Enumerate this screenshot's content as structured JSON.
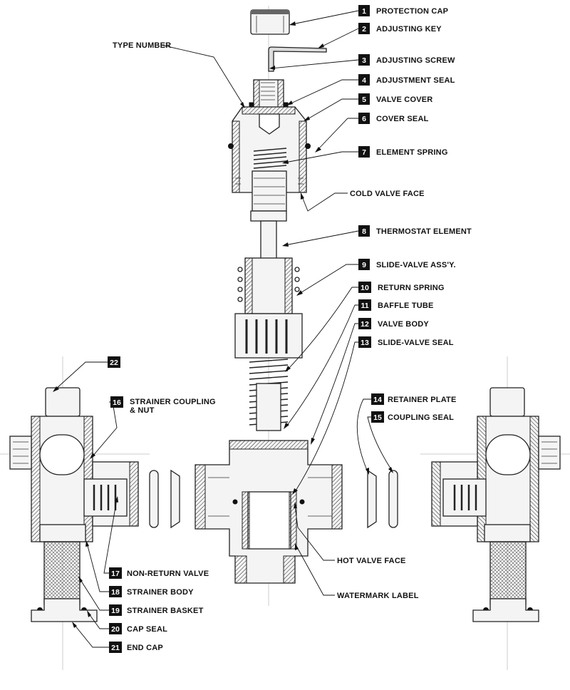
{
  "numbered_labels": [
    {
      "num": "1",
      "text": "PROTECTION CAP"
    },
    {
      "num": "2",
      "text": "ADJUSTING KEY"
    },
    {
      "num": "3",
      "text": "ADJUSTING SCREW"
    },
    {
      "num": "4",
      "text": "ADJUSTMENT SEAL"
    },
    {
      "num": "5",
      "text": "VALVE COVER"
    },
    {
      "num": "6",
      "text": "COVER SEAL"
    },
    {
      "num": "7",
      "text": "ELEMENT SPRING"
    },
    {
      "num": "8",
      "text": "THERMOSTAT ELEMENT"
    },
    {
      "num": "9",
      "text": "SLIDE-VALVE ASS'Y."
    },
    {
      "num": "10",
      "text": "RETURN SPRING"
    },
    {
      "num": "11",
      "text": "BAFFLE TUBE"
    },
    {
      "num": "12",
      "text": "VALVE BODY"
    },
    {
      "num": "13",
      "text": "SLIDE-VALVE SEAL"
    },
    {
      "num": "14",
      "text": "RETAINER PLATE"
    },
    {
      "num": "15",
      "text": "COUPLING SEAL"
    },
    {
      "num": "16",
      "text": "STRAINER COUPLING"
    },
    {
      "num": "17",
      "text": "NON-RETURN VALVE"
    },
    {
      "num": "18",
      "text": "STRAINER BODY"
    },
    {
      "num": "19",
      "text": "STRAINER BASKET"
    },
    {
      "num": "20",
      "text": "CAP SEAL"
    },
    {
      "num": "21",
      "text": "END CAP"
    },
    {
      "num": "22",
      "text": ""
    }
  ],
  "label_16_line2": "& NUT",
  "plain_labels": {
    "type_number": "TYPE NUMBER",
    "cold_valve_face": "COLD VALVE FACE",
    "hot_valve_face": "HOT VALVE FACE",
    "watermark_label": "WATERMARK LABEL"
  },
  "colors": {
    "ink": "#111111",
    "part_fill": "#f4f4f4",
    "background": "#ffffff"
  }
}
